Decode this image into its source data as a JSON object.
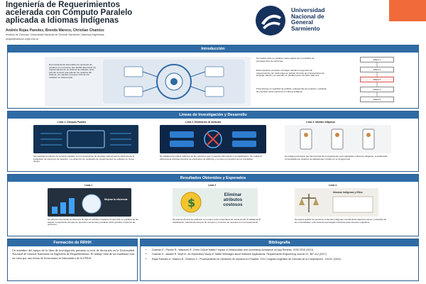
{
  "header": {
    "title_line1": "Ingeniería de Requerimientos",
    "title_line2": "acelerada con Cómputo Paralelo",
    "title_line3": "aplicada a Idiomas Indígenas",
    "authors": "Andrés Rojas Paredes, Brenda Mareco, Christian Chamizo",
    "affiliation": "Instituto de Ciencias, Universidad Nacional de General Sarmiento, Malvinas Argentinas",
    "email": "arojas@campus.ungs.edu.ar",
    "logo_line1": "Universidad",
    "logo_line2": "Nacional de",
    "logo_line3": "General",
    "logo_line4": "Sarmiento"
  },
  "intro": {
    "heading": "Introducción",
    "text_left": "El procesamiento automático de opiniones de usuarios es un proceso que facilita determinar los requerimientos de un sistema de software. Esto permite conocer qué quieren los usuarios del sistema, por ejemplo una app móvil de uso cotidiano en idioma local.",
    "text_right_1": "Se implementan en paralelo cuatro etapas de un workflow de procesamiento de opiniones.",
    "text_right_2": "Estas pipelines procesan mensajes usando la ingeniería de requerimientos. En cada etapa se aplican técnicas de procesamiento de lenguaje natural y se ejecutan en paralelo para una fase cada una.",
    "text_right_3": "Presentamos un workflow de análisis, preferencias de usuarios y medición de precisión sobre opiniones en idioma indígena.",
    "flow_steps": [
      "Etapa 1",
      "Etapa 2",
      "Etapa 3",
      "Etapa 4",
      "Etapa 5"
    ]
  },
  "lines": {
    "heading": "Líneas de Investigación y Desarrollo",
    "items": [
      {
        "title": "Línea 1: Cómputo Paralelo",
        "text": "Se investiga la relación de cómputo paralelo con procesamiento de lenguaje natural para la eficiencia de la evaluación de opiniones de usuarios, y la obtención de resultados de requerimientos de software en menor tiempo."
      },
      {
        "title": "Línea 2: Eliminación de Atributos",
        "text": "Se trabaja para reducir atributos de las opiniones que no aportan información a la clasificación. Se evalúa la eficiencia de distintas técnicas de eliminación de atributos y el costo en precisión de los resultados."
      },
      {
        "title": "Línea 3: Idiomas Indígenas",
        "text": "Se trabaja para lograr que las técnicas de procesamiento sean aplicables a idiomas indígenas, considerando comunidades de usuarios de aplicaciones móviles en su lengua local."
      }
    ]
  },
  "results": {
    "heading": "Resultados Obtenidos y Esperados",
    "items": [
      {
        "title": "Línea 1",
        "label": "Mejorar la eficiencia",
        "text": "Se espera incrementar la eficiencia de todo el workflow mediante la ejecución en paralelo de las etapas, comparando tiempos de ejecución secuencial y paralelo sobre grandes conjuntos de opiniones."
      },
      {
        "title": "Línea 2",
        "label_1": "Eliminar",
        "label_2": "atributos",
        "label_3": "costosos",
        "text": "Se espera eliminar los atributos con mayor costo computacional manteniendo la calidad de la clasificación, reduciendo tiempos de cómputo y consumo de recursos en el procesamiento."
      },
      {
        "title": "Línea 3",
        "label": "Idiomas Indígenas y Etica",
        "text": "Se espera aplicar los procesos a idiomas indígenas considerando aspectos éticos y culturales de las comunidades, promoviendo tecnologías inclusivas para usuarios originarios."
      }
    ]
  },
  "training": {
    "heading": "Formación de RRHH",
    "text": "Un miembro del equipo de la línea de investigación presenta su tesis de doctorado en la Universidad Nacional de General Sarmiento en Ingeniería de Requerimientos. El trabajo final de un estudiante está en curso por una tesina de licenciatura en Informática de la UNGS."
  },
  "bibliography": {
    "heading": "Bibliografía",
    "refs": [
      "Guzmán E., Fischer R., Walraven R.: Does Culture Matter? Impact of Individualism and Uncertainty Avoidance on App Reviews. ICSE-SEIS (2021).",
      "Guzmán E., Alkadhi R. Seyff N.: An Exploratory Study of Twitter Messages about Software Applications. Requirements Engineering Journal 22, 387-412 (2017).",
      "Rojas Paredes A., Mareco B., Chamizo C.: Procesamiento de Opiniones de Usuarios en Paralelo. XXX Congreso Argentino de Ciencias de la Computación - CACIC (2024)."
    ]
  },
  "colors": {
    "panel_header": "#2f6ba5",
    "panel_border": "#2a5e8f",
    "accent": "#f06a3a",
    "logo_blue": "#15325d"
  }
}
